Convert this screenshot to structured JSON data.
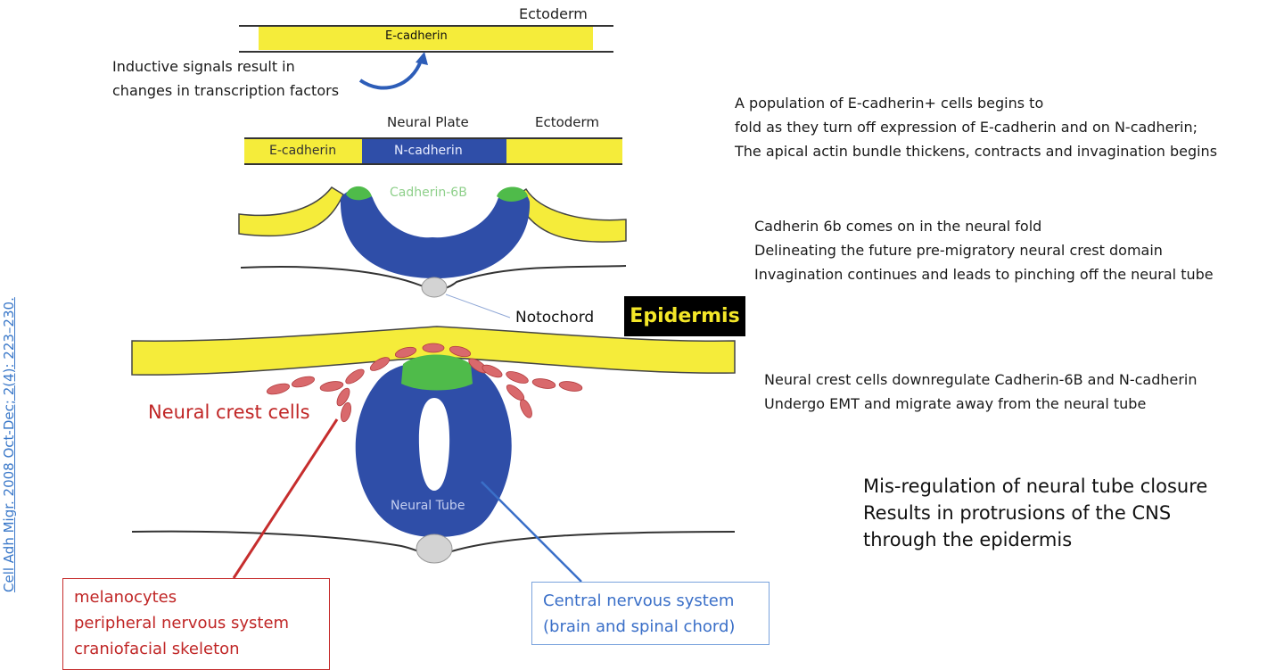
{
  "stage1": {
    "ectoderm_label": "Ectoderm",
    "ecadherin_label": "E-cadherin",
    "inductive_line1": "Inductive signals result in",
    "inductive_line2": "changes in transcription factors"
  },
  "stage2": {
    "neural_plate_label": "Neural Plate",
    "ectoderm_label": "Ectoderm",
    "ecadherin_label": "E-cadherin",
    "ncadherin_label": "N-cadherin"
  },
  "stage3": {
    "cadherin6b_label": "Cadherin-6B"
  },
  "stage4": {
    "notochord_label": "Notochord",
    "epidermis_label": "Epidermis",
    "neural_crest_label": "Neural crest cells",
    "neural_tube_label": "Neural Tube"
  },
  "descriptions": {
    "d1": [
      "A population of E-cadherin+ cells begins to",
      "fold as they turn off expression of E-cadherin and on N-cadherin;",
      "The apical actin bundle thickens, contracts and invagination begins"
    ],
    "d2": [
      "Cadherin 6b comes on in the neural fold",
      "Delineating the future pre-migratory neural crest domain",
      "Invagination continues and leads to pinching off  the neural tube"
    ],
    "d3": [
      "Neural crest cells downregulate Cadherin-6B and N-cadherin",
      "Undergo EMT and migrate away from the neural tube"
    ],
    "misregulation": [
      "Mis-regulation of neural tube closure",
      "Results in protrusions of the CNS",
      "through the epidermis"
    ]
  },
  "neural_crest_derivatives": [
    "melanocytes",
    "peripheral nervous system",
    "craniofacial skeleton"
  ],
  "cns_box": [
    "Central nervous system",
    "(brain and spinal chord)"
  ],
  "citation": "Cell Adh Migr. 2008 Oct-Dec; 2(4): 223–230.",
  "colors": {
    "ecadherin_yellow": "#f5ec3a",
    "ncadherin_blue": "#2f4ea8",
    "cadherin6b_green": "#4fbb4a",
    "neural_crest_red": "#c8383a",
    "cns_blue": "#3a6fc8",
    "epidermis_text": "#f3e628"
  }
}
